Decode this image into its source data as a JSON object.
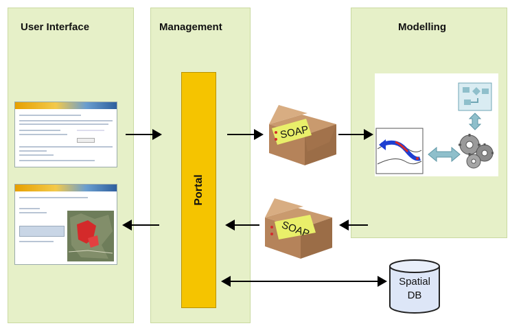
{
  "panels": {
    "user_interface": "User Interface",
    "management": "Management",
    "modelling": "Modelling"
  },
  "portal": {
    "label": "Portal"
  },
  "soap_boxes": {
    "top_label": "SOAP",
    "bottom_label": "SOAP"
  },
  "database": {
    "line1": "Spatial",
    "line2": "DB"
  },
  "icons": [
    "web-form-screenshot",
    "map-result-screenshot",
    "cardboard-box-icon",
    "database-cylinder-icon",
    "river-map-icon",
    "flowchart-icon",
    "gears-icon"
  ],
  "colors": {
    "panel_bg": "#e6f0c8",
    "portal": "#f5c400",
    "box_brown": "#b5835a",
    "soap_label": "#e9ef6a",
    "teal_arrow": "#6fa6b4"
  }
}
